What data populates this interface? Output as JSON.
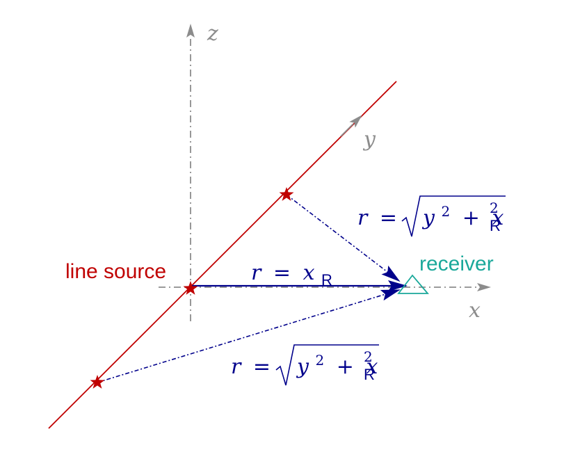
{
  "colors": {
    "axis": "#8c8c8c",
    "source": "#c00000",
    "receiver": "#1aa89a",
    "path": "#00008b"
  },
  "axes": {
    "x": "x",
    "y": "y",
    "z": "z"
  },
  "labels": {
    "line_source": "line source",
    "receiver": "receiver"
  },
  "equations": {
    "direct": {
      "lhs": "r",
      "eq": "=",
      "var": "x",
      "sub": "R"
    },
    "upper": {
      "lhs": "r",
      "eq": "=",
      "y": "y",
      "y_sup": "2",
      "plus": "+",
      "x": "x",
      "x_sup": "2",
      "x_sub": "R"
    },
    "lower": {
      "lhs": "r",
      "eq": "=",
      "y": "y",
      "y_sup": "2",
      "plus": "+",
      "x": "x",
      "x_sup": "2",
      "x_sub": "R"
    }
  },
  "icons": {
    "source_point": "star-icon",
    "receiver": "triangle-icon"
  }
}
